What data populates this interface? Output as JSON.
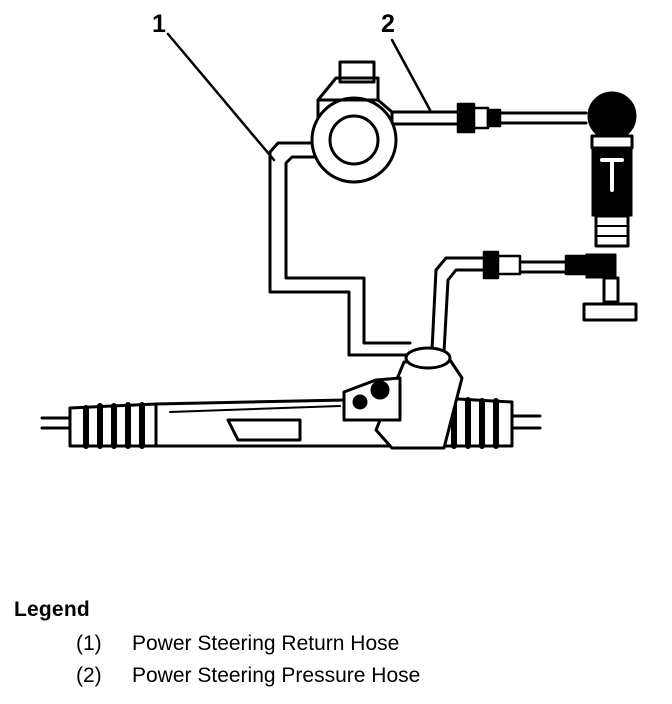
{
  "callouts": {
    "one": "1",
    "two": "2"
  },
  "legend": {
    "title": "Legend",
    "items": [
      {
        "number": "(1)",
        "label": "Power Steering Return Hose"
      },
      {
        "number": "(2)",
        "label": "Power Steering Pressure Hose"
      }
    ]
  },
  "colors": {
    "ink": "#000000",
    "paper": "#ffffff"
  }
}
